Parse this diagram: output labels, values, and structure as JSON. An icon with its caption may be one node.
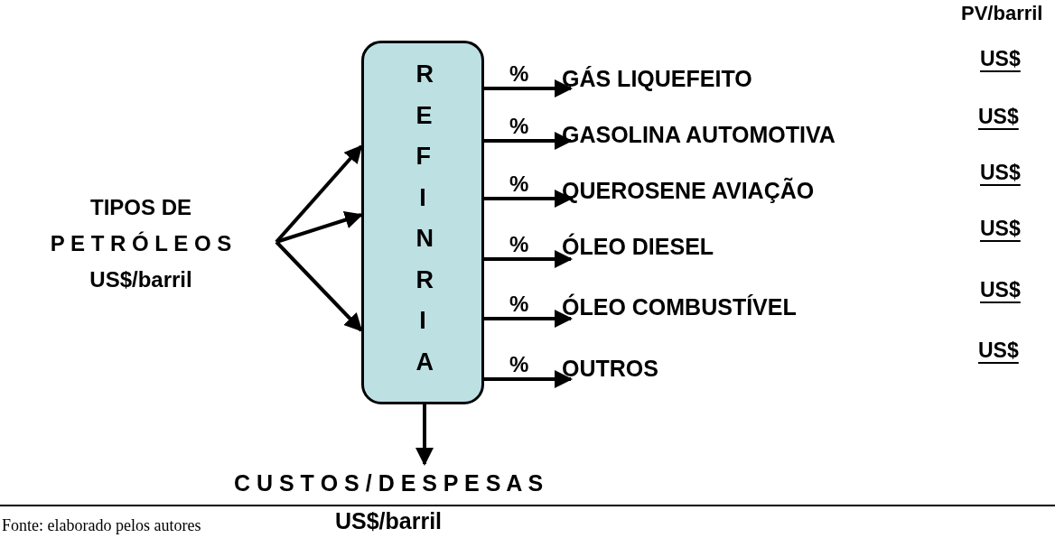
{
  "diagram": {
    "caption": "Fonte: elaborado pelos autores",
    "nodes": [
      {
        "text": [
          "TIPOS DE P E T R Ó L E O S US$/barril"
        ]
      },
      {
        "text": [
          "R E F I N R I A"
        ]
      },
      {
        "text": [
          "GÁS LIQUEFEITO"
        ]
      },
      {
        "text": [
          "GASOLINA AUTOMOTIVA"
        ]
      },
      {
        "text": [
          "QUEROSENE AVIAÇÃO"
        ]
      },
      {
        "text": [
          "ÓLEO DIESEL"
        ]
      },
      {
        "text": [
          "ÓLEO COMBUSTÍVEL"
        ]
      },
      {
        "text": [
          "OUTROS"
        ]
      },
      {
        "text": [
          "C U S T O S / D E S P E S A S",
          "US$/barril"
        ]
      }
    ],
    "edges": [
      {
        "from": 0,
        "to": 1,
        "arrow": "to"
      },
      {
        "from": 0,
        "to": 1,
        "arrow": "to"
      },
      {
        "from": 0,
        "to": 1,
        "arrow": "to"
      },
      {
        "from": 1,
        "to": 2,
        "arrow": "to",
        "label": "%"
      },
      {
        "from": 1,
        "to": 3,
        "arrow": "to",
        "label": "%"
      },
      {
        "from": 1,
        "to": 4,
        "arrow": "to",
        "label": "%"
      },
      {
        "from": 1,
        "to": 5,
        "arrow": "to",
        "label": "%"
      },
      {
        "from": 1,
        "to": 6,
        "arrow": "to",
        "label": "%"
      },
      {
        "from": 1,
        "to": 7,
        "arrow": "to",
        "label": "%"
      },
      {
        "from": 1,
        "to": 8,
        "arrow": "to"
      }
    ],
    "labels": [
      "PV/barril",
      "US$",
      "US$",
      "US$",
      "US$",
      "US$",
      "US$"
    ]
  }
}
